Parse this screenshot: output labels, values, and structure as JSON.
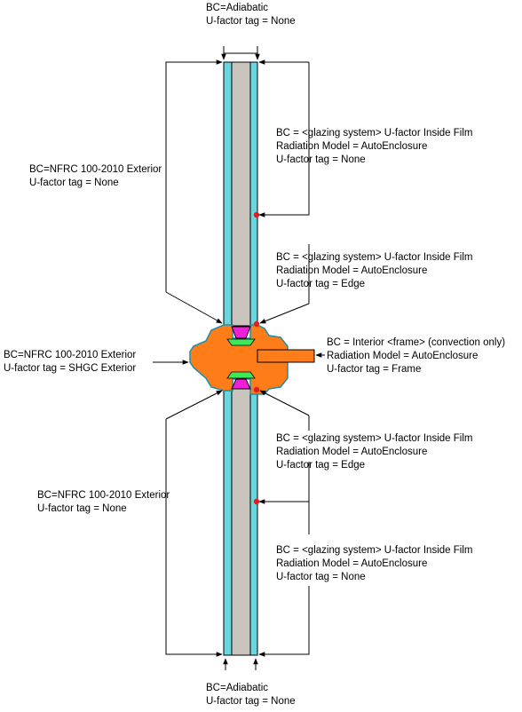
{
  "labels": {
    "top_adiabatic": {
      "line1": "BC=Adiabatic",
      "line2": "U-factor tag = None"
    },
    "bottom_adiabatic": {
      "line1": "BC=Adiabatic",
      "line2": "U-factor tag = None"
    },
    "left_upper": {
      "line1": "BC=NFRC 100-2010 Exterior",
      "line2": "U-factor tag = None"
    },
    "left_middle": {
      "line1": "BC=NFRC 100-2010 Exterior",
      "line2": "U-factor tag = SHGC Exterior"
    },
    "left_lower": {
      "line1": "BC=NFRC 100-2010 Exterior",
      "line2": "U-factor tag = None"
    },
    "right_1": {
      "line1": "BC = <glazing system> U-factor Inside Film",
      "line2": "Radiation Model = AutoEnclosure",
      "line3": "U-factor tag = None"
    },
    "right_2": {
      "line1": "BC = <glazing system> U-factor Inside Film",
      "line2": "Radiation Model = AutoEnclosure",
      "line3": "U-factor tag = Edge"
    },
    "right_3": {
      "line1": "BC = Interior <frame> (convection only)",
      "line2": "Radiation Model = AutoEnclosure",
      "line3": "U-factor tag = Frame"
    },
    "right_4": {
      "line1": "BC = <glazing system> U-factor Inside Film",
      "line2": "Radiation Model = AutoEnclosure",
      "line3": "U-factor tag = Edge"
    },
    "right_5": {
      "line1": "BC = <glazing system> U-factor Inside Film",
      "line2": "Radiation Model = AutoEnclosure",
      "line3": "U-factor tag = None"
    }
  },
  "colors": {
    "glass": "#6ad7e0",
    "gap": "#c9c4bc",
    "frame": "#ff7d19",
    "spacer": "#3ee85a",
    "seal": "#ef1fd9",
    "marker": "#e21d1d",
    "outline": "#000000"
  }
}
